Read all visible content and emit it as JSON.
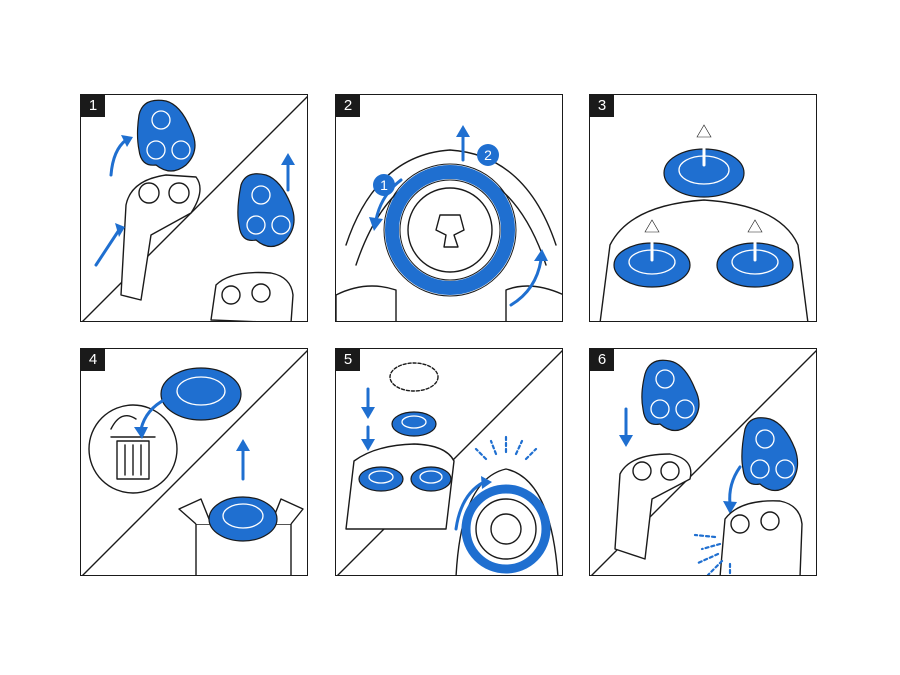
{
  "panels": [
    {
      "step": "1"
    },
    {
      "step": "2",
      "callouts": [
        "1",
        "2"
      ]
    },
    {
      "step": "3"
    },
    {
      "step": "4"
    },
    {
      "step": "5"
    },
    {
      "step": "6"
    }
  ],
  "colors": {
    "accent": "#1f6fd0",
    "line": "#1a1a1a",
    "background": "#ffffff"
  }
}
